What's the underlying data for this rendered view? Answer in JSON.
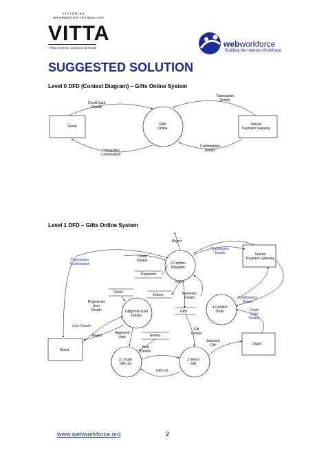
{
  "vitta": {
    "line1": "VICTORIAN",
    "line2": "INFORMATION TECHNOLOGY",
    "name": "VITTA",
    "line3": "TEACHERS ASSOCIATION"
  },
  "webworkforce": {
    "name_bold": "web",
    "name_rest": "workforce",
    "tagline": "Building the Internet Workforce",
    "brand_color": "#1c2c9b"
  },
  "heading": "SUGGESTED SOLUTION",
  "level0": {
    "title": "Level 0 DFD (Context Diagram) – Gifts Online System",
    "process": [
      "Gifts",
      "Online"
    ],
    "guest": "Guest",
    "gateway": [
      "Secure",
      "Payment Gateway"
    ],
    "flow_credit": [
      "Credit Card",
      "Details"
    ],
    "flow_txn_details": [
      "Transaction",
      "Details"
    ],
    "flow_txn_confirm": [
      "Transaction",
      "Confirmation"
    ],
    "flow_confirm_details": [
      "Confirmation",
      "Details"
    ]
  },
  "level1": {
    "title": "Level 1 DFD – Gifts Online System",
    "reject_top": "Reject",
    "txn_details": [
      "Transaction",
      "Details"
    ],
    "gateway": [
      "Secure",
      "Payment Gateway"
    ],
    "txn_confirm": [
      "Transaction",
      "Confirmation"
    ],
    "credit_details": [
      "Credit",
      "Details"
    ],
    "p5": [
      "5 Confirm",
      "Payment"
    ],
    "store_payments": "Payments",
    "order": "Order",
    "store_orders": "Orders",
    "inventory": [
      "Inventory",
      "Details"
    ],
    "store_users": "Users",
    "registered": [
      "Registered",
      "User",
      "Details"
    ],
    "p1": [
      "1 Approve User",
      "Details"
    ],
    "store_gifts": "Gifts",
    "confirmation_details": [
      "Confirmation",
      "Details"
    ],
    "p4": [
      "4 Confirm",
      "Order"
    ],
    "credit_card_details": [
      "Credit",
      "Card",
      "Details"
    ],
    "user_details": "User Details",
    "reject_left": "Reject",
    "approved_user": [
      "Approved",
      "User"
    ],
    "store_events": "Events",
    "gift_details": [
      "Gift",
      "Details"
    ],
    "host_details": [
      "Host",
      "Details"
    ],
    "selected_gift": [
      "Selected",
      "Gift"
    ],
    "guest_left": "Guest",
    "guest_right": "Guest",
    "p2": [
      "2 Locate",
      "Gift List"
    ],
    "p3": [
      "3 Select",
      "Gift"
    ],
    "gift_list": "Gift List"
  },
  "footer": {
    "link": "www.webworkforce.org",
    "page": "2"
  }
}
